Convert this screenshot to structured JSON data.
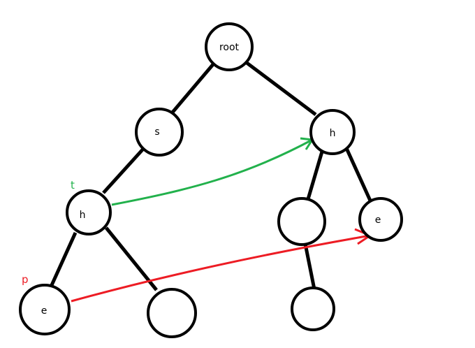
{
  "nodes": [
    {
      "id": "root",
      "label": "root"
    },
    {
      "id": "s",
      "label": "s"
    },
    {
      "id": "h-right",
      "label": "h"
    },
    {
      "id": "h-left",
      "label": "h"
    },
    {
      "id": "empty-mid",
      "label": ""
    },
    {
      "id": "e-right",
      "label": "e"
    },
    {
      "id": "e-left",
      "label": "e"
    },
    {
      "id": "empty-bottom-left",
      "label": ""
    },
    {
      "id": "empty-bottom-right",
      "label": ""
    }
  ],
  "edges": [
    {
      "from": "root",
      "to": "s"
    },
    {
      "from": "root",
      "to": "h-right"
    },
    {
      "from": "s",
      "to": "h-left"
    },
    {
      "from": "h-left",
      "to": "e-left"
    },
    {
      "from": "h-left",
      "to": "empty-bottom-left"
    },
    {
      "from": "h-right",
      "to": "empty-mid"
    },
    {
      "from": "h-right",
      "to": "e-right"
    },
    {
      "from": "empty-mid",
      "to": "empty-bottom-right"
    }
  ],
  "pointers": {
    "t": {
      "label": "t",
      "color": "#22b14c",
      "from": "h-left",
      "to": "h-right"
    },
    "p": {
      "label": "p",
      "color": "#ed1c24",
      "from": "e-left",
      "to": "e-right"
    }
  }
}
